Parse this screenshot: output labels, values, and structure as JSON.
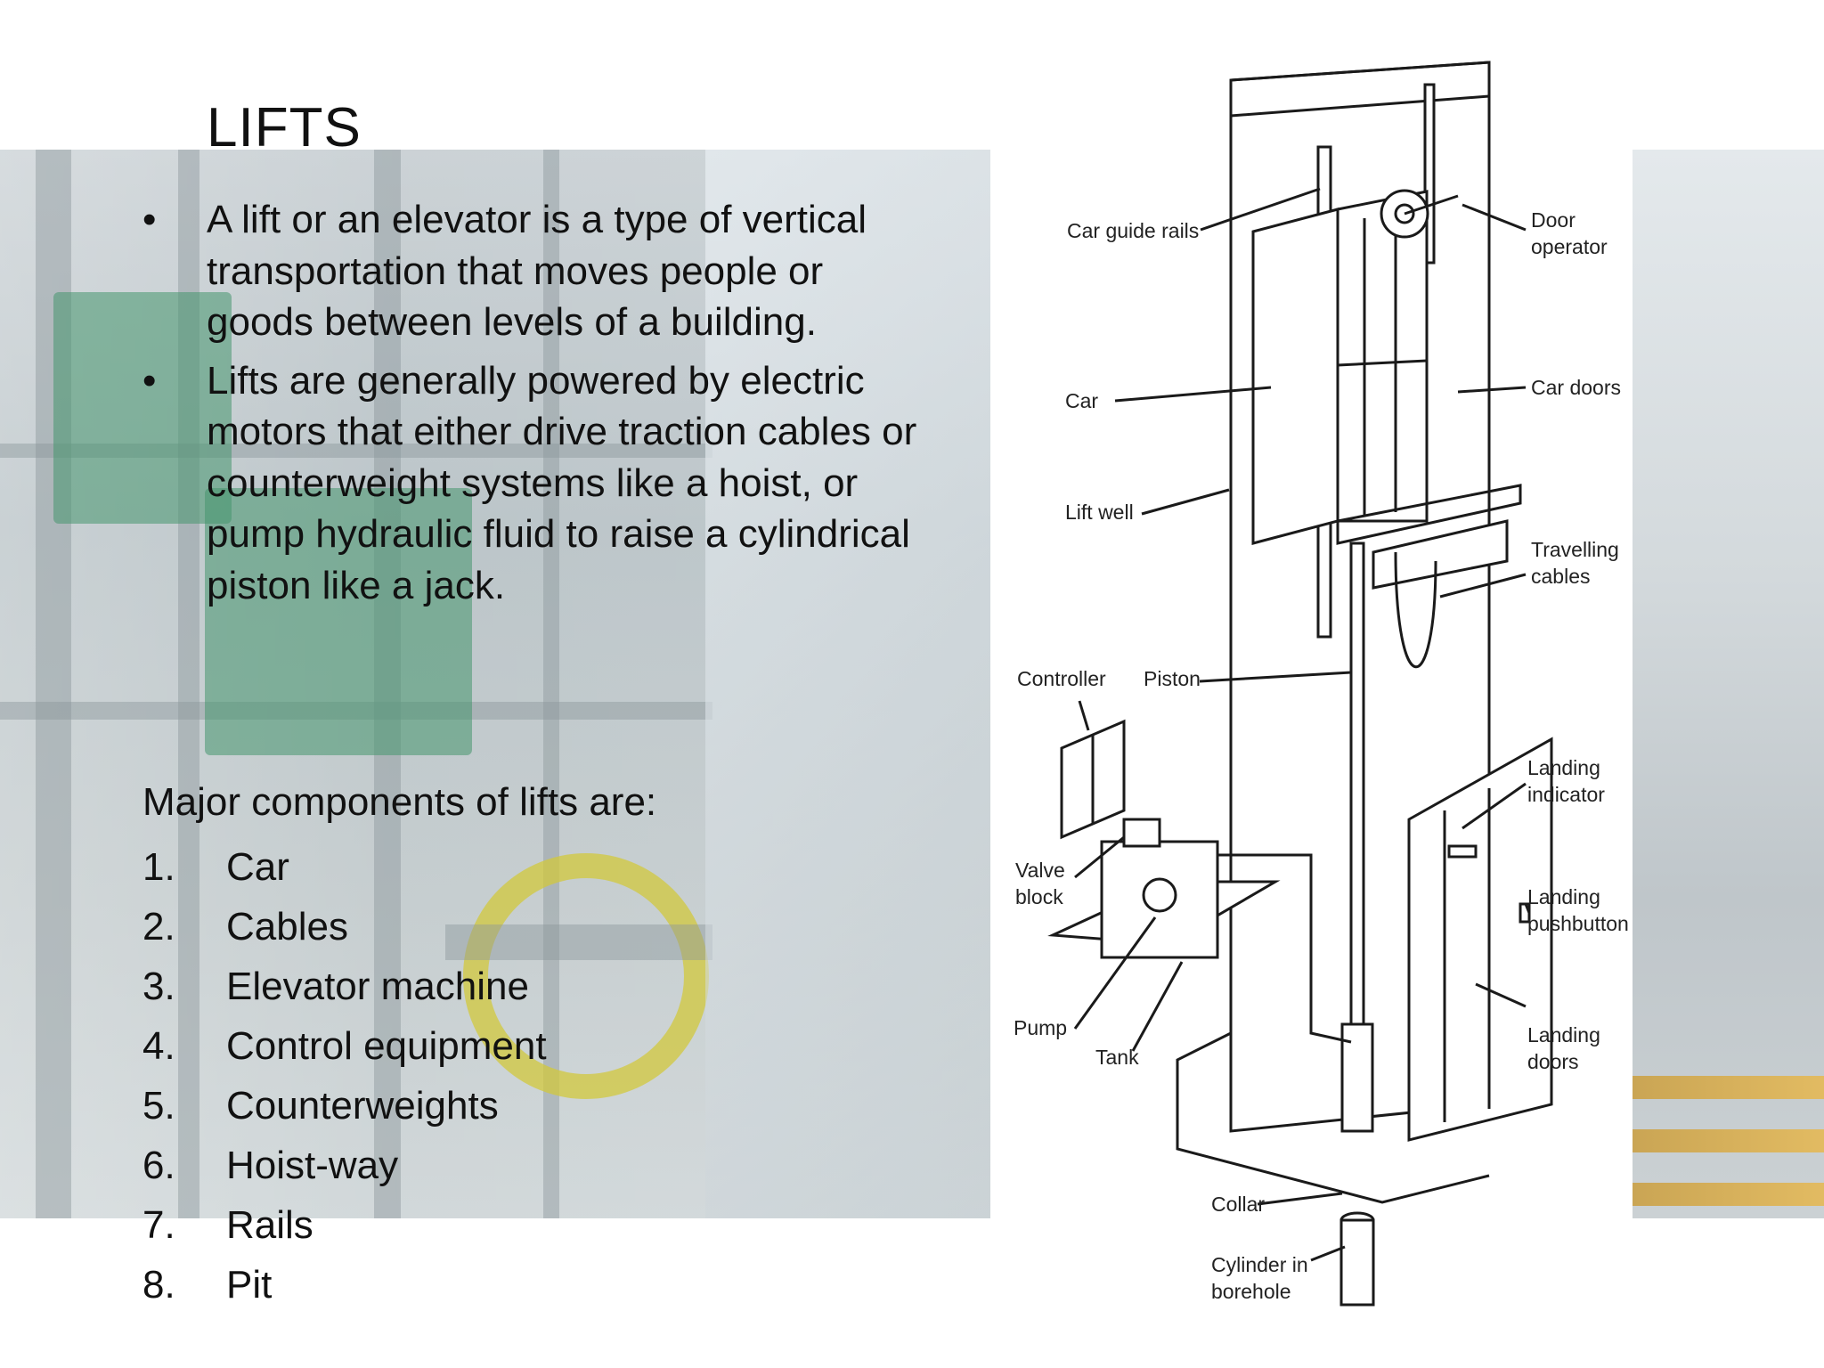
{
  "slide": {
    "title": "LIFTS",
    "bullets": [
      "A lift or an elevator is a type of vertical transportation that moves people or goods between levels of a building.",
      "Lifts are generally powered by electric motors that either drive traction cables or counterweight systems like a hoist, or pump hydraulic fluid to raise a cylindrical piston like a jack."
    ],
    "bullet_symbol": "•",
    "components_heading": "Major components of lifts are:",
    "components": [
      {
        "num": "1.",
        "label": "Car"
      },
      {
        "num": "2.",
        "label": "Cables"
      },
      {
        "num": "3.",
        "label": "Elevator machine"
      },
      {
        "num": "4.",
        "label": "Control equipment"
      },
      {
        "num": "5.",
        "label": "Counterweights"
      },
      {
        "num": "6.",
        "label": "Hoist-way"
      },
      {
        "num": "7.",
        "label": "Rails"
      },
      {
        "num": "8.",
        "label": "Pit"
      }
    ]
  },
  "diagram": {
    "labels": {
      "car_guide_rails": "Car guide rails",
      "door_operator_1": "Door",
      "door_operator_2": "operator",
      "car": "Car",
      "car_doors": "Car doors",
      "lift_well": "Lift well",
      "travelling_cables_1": "Travelling",
      "travelling_cables_2": "cables",
      "controller": "Controller",
      "piston": "Piston",
      "landing_indicator_1": "Landing",
      "landing_indicator_2": "indicator",
      "valve_block_1": "Valve",
      "valve_block_2": "block",
      "landing_pushbutton_1": "Landing",
      "landing_pushbutton_2": "pushbutton",
      "pump": "Pump",
      "tank": "Tank",
      "landing_doors_1": "Landing",
      "landing_doors_2": "doors",
      "collar": "Collar",
      "cylinder_1": "Cylinder in",
      "cylinder_2": "borehole"
    }
  }
}
